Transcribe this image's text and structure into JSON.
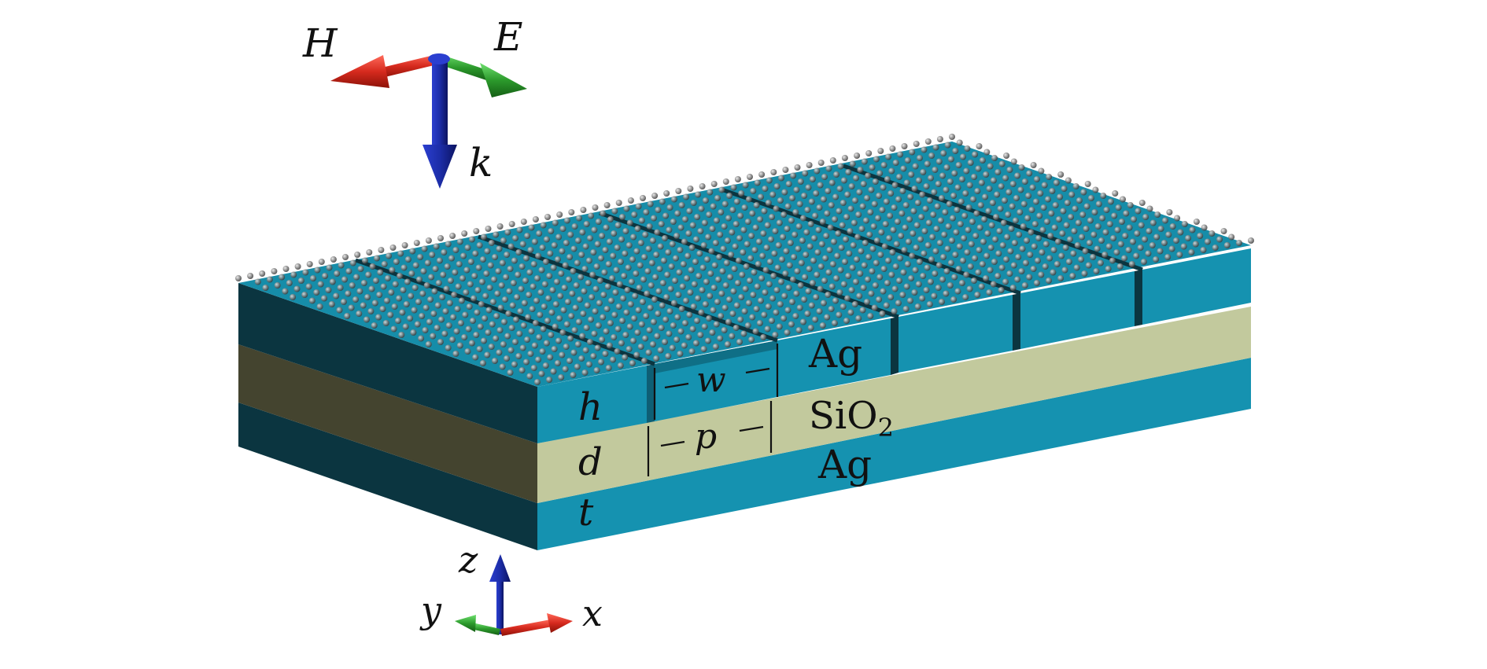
{
  "field_axes": {
    "h_label": "H",
    "e_label": "E",
    "k_label": "k"
  },
  "coord_axes": {
    "z_label": "z",
    "y_label": "y",
    "x_label": "x"
  },
  "layers": {
    "top": "Ag",
    "middle_base": "SiO",
    "middle_sub": "2",
    "bottom": "Ag"
  },
  "dimensions": {
    "h": "h",
    "d": "d",
    "t": "t",
    "w": "w",
    "p": "p"
  },
  "colors": {
    "silver_front": "#1592b0",
    "silver_side": "#0b3540",
    "silica_front": "#c2c99d",
    "silica_side": "#44442f",
    "graphene": "#8a8a8a",
    "arrow_red": "#d62a1e",
    "arrow_green": "#2c9a2c",
    "arrow_blue": "#1c2da8"
  }
}
